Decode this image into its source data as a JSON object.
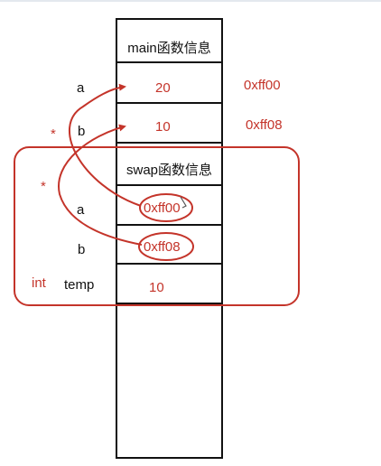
{
  "main_frame": {
    "header": "main函数信息",
    "a": {
      "name": "a",
      "value": "20",
      "address": "0xff00"
    },
    "b": {
      "name": "b",
      "value": "10",
      "address": "0xff08"
    }
  },
  "swap_frame": {
    "header": "swap函数信息",
    "a": {
      "name": "a",
      "value": "0xff00"
    },
    "b": {
      "name": "b",
      "value": "0xff08"
    },
    "temp": {
      "type": "int",
      "name": "temp",
      "value": "10"
    }
  },
  "pointer_marks": [
    "*",
    "*"
  ],
  "colors": {
    "annotation": "#c4342a",
    "ink": "#111111"
  }
}
